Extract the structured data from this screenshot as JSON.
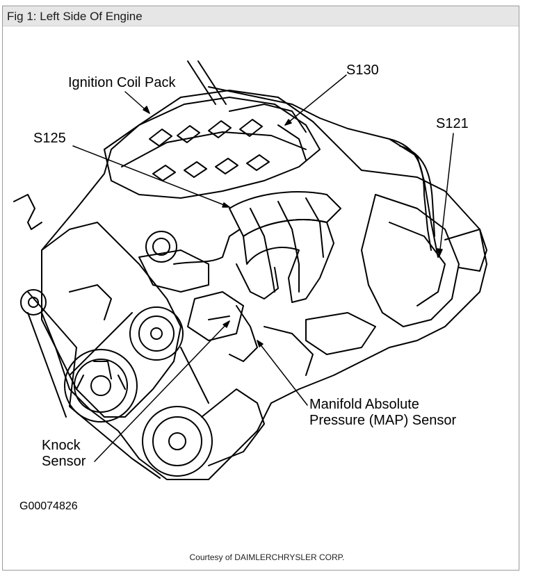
{
  "figure": {
    "title": "Fig 1: Left Side Of Engine",
    "image_id": "G00074826",
    "courtesy": "Courtesy of DAIMLERCHRYSLER CORP."
  },
  "callouts": {
    "ignition_coil_pack": "Ignition Coil Pack",
    "s130": "S130",
    "s125": "S125",
    "s121": "S121",
    "map_sensor_line1": "Manifold Absolute",
    "map_sensor_line2": "Pressure (MAP) Sensor",
    "knock_sensor_line1": "Knock",
    "knock_sensor_line2": "Sensor"
  }
}
